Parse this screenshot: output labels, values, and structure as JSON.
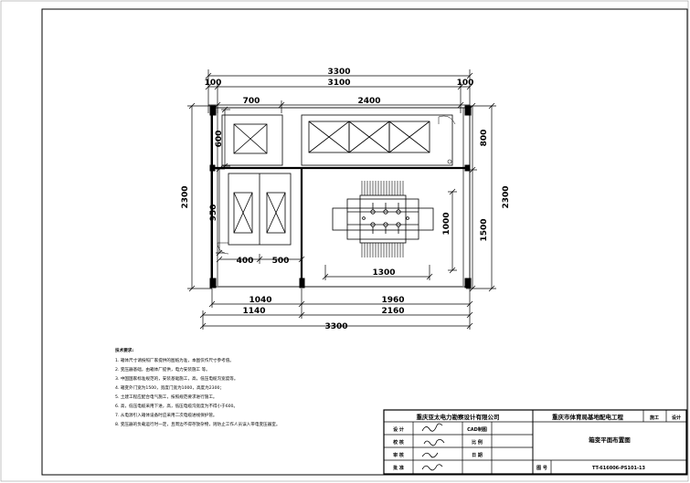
{
  "dimensions": {
    "total_width": "3300",
    "inner_width": "3100",
    "wall_left": "100",
    "wall_right": "100",
    "cabinet_a_width": "700",
    "cabinet_b_width": "2400",
    "total_depth_left": "2300",
    "total_depth_right": "2300",
    "cabinet_depth_left": "600",
    "cabinet_depth_right": "800",
    "small_room_depth": "950",
    "transformer_width": "1000",
    "transformer_height": "1500",
    "offset_400": "400",
    "offset_500": "500",
    "transformer_length": "1300",
    "bottom_1040": "1040",
    "bottom_1960": "1960",
    "bottom_1140": "1140",
    "bottom_2160": "2160",
    "bottom_total": "3300"
  },
  "notes": {
    "title": "技术要求:",
    "items": [
      "1. 箱体尺寸请按照厂家提供的图纸为准，本图仅作尺寸参考值。",
      "2. 变压器基础，由箱体厂提供，电力安装施工 等。",
      "3. 中国国家标准规范的，安装基础施工，高，低压电缆沟宽度等。",
      "4. 箱变外门宽为1500，宽度门宽为1000，高度为2300；",
      "5. 土建工程应配合电气施工，按照规范要求进行施工。",
      "6. 高，低压电缆采用下进，高，低压电缆沟宽度为不得小于600。",
      "7. 从电源引入箱体设备时应采用二次电缆进线保护管。",
      "8. 变压器的负载运行时一定，且周边不得存放杂物，则防止工作人员误入带电变压器室。"
    ]
  },
  "title_block": {
    "company": "重庆亚太电力勘察设计有限公司",
    "project": "重庆市体育局基地配电工程",
    "stage": "施工",
    "stage_right": "设计",
    "drawing_title": "箱变平面布置图",
    "role_design": "设 计",
    "role_check": "校 核",
    "role_review": "审 核",
    "role_approve": "批 准",
    "label_scale": "比 例",
    "label_date": "日 期",
    "label_draw_no": "图 号",
    "draw_no": "TT-616006-PS101-13",
    "label_phase": "CAD制图"
  }
}
